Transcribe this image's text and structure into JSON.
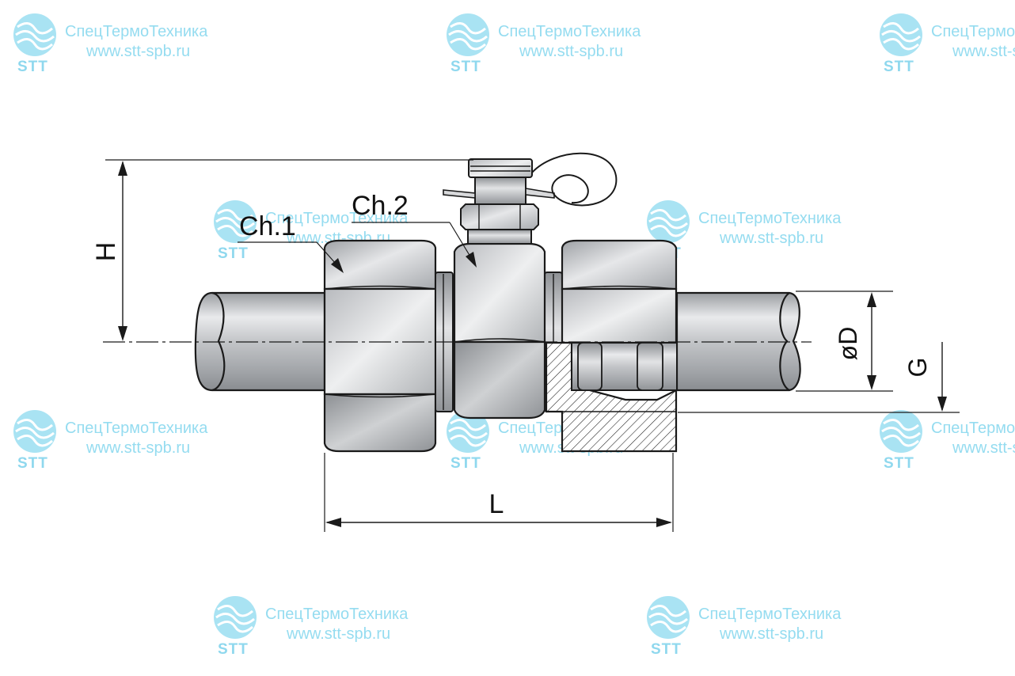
{
  "watermark": {
    "company": "СпецТермоТехника",
    "website": "www.stt-spb.ru",
    "abbr": "STT",
    "color": "#8fd8ee",
    "icon": "stt-wave-logo-icon"
  },
  "drawing": {
    "labels": {
      "chamfer_1": "Ch.1",
      "chamfer_2": "Ch.2",
      "height": "H",
      "length": "L",
      "diameter": "øD",
      "thread": "G"
    },
    "colors": {
      "metal_light": "#e8e8ea",
      "metal_mid": "#b5b7ba",
      "metal_dark": "#85888c",
      "line": "#1a1a1a"
    }
  }
}
